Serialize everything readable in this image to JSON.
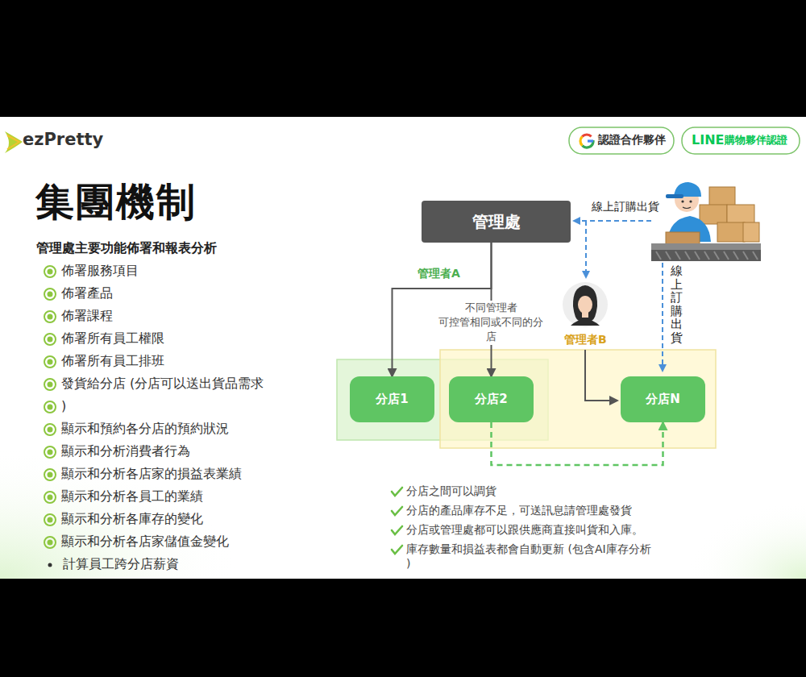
{
  "diagram": {
    "title": "集團機制",
    "nodes": [
      {
        "text": [
          "管理處"
        ]
      },
      {
        "text": [
          "分店1"
        ]
      },
      {
        "text": [
          "分店2"
        ]
      },
      {
        "text": [
          "分店N"
        ]
      }
    ],
    "edges": [
      {
        "from": 0,
        "to": 1,
        "arrow": "to"
      },
      {
        "from": 0,
        "to": 2,
        "arrow": "to"
      },
      {
        "from": 2,
        "to": 3,
        "arrow": "to"
      }
    ],
    "labels": [
      "ezPretty",
      "認證合作夥伴",
      "LINE",
      "購物夥伴認證",
      "管理處主要功能佈署和報表分析",
      "佈署服務項目",
      "佈署產品",
      "佈署課程",
      "佈署所有員工權限",
      "佈署所有員工排班",
      "發貨給分店 (分店可以送出貨品需求",
      ")",
      "顯示和預約各分店的預約狀況",
      "顯示和分析消費者行為",
      "顯示和分析各店家的損益表業績",
      "顯示和分析各員工的業績",
      "顯示和分析各庫存的變化",
      "顯示和分析各店家儲值金變化",
      "計算員工跨分店薪資",
      "管理者A",
      "不同管理者 可控管相同或不同的分 店",
      "管理者B",
      "線上訂購出貨",
      "線上訂購出貨",
      "分店之間可以調貨",
      "分店的產品庫存不足，可送訊息請管理處發貨",
      "分店或管理處都可以跟供應商直接叫貨和入庫。",
      "庫存數量和損益表都會自動更新 (包含AI庫存分析 )"
    ]
  }
}
